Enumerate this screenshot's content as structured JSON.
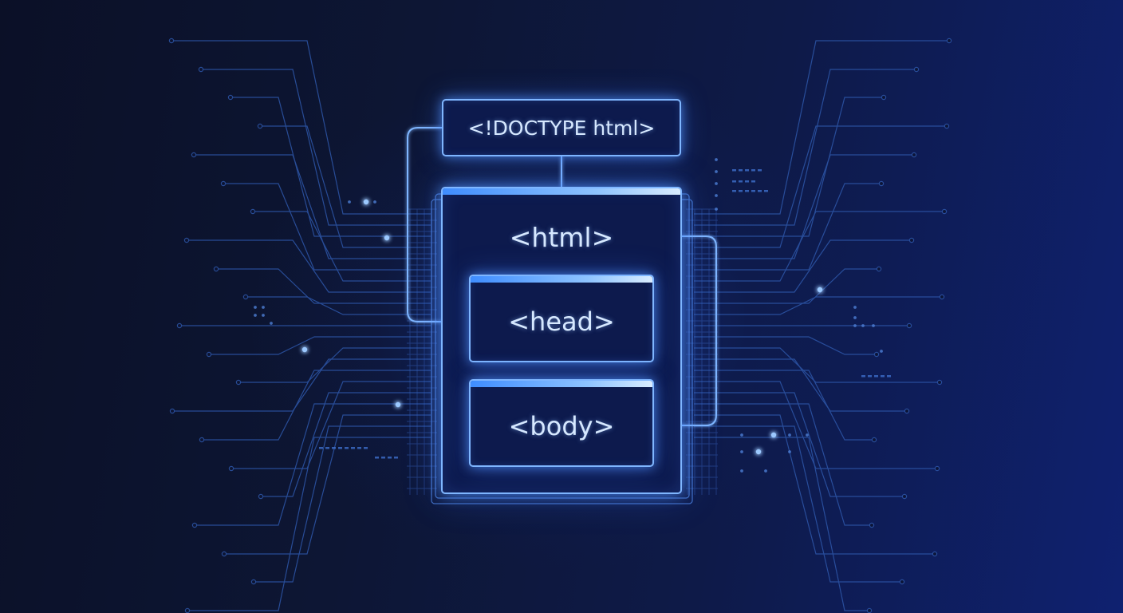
{
  "diagram": {
    "nodes": {
      "doctype": {
        "label": "<!DOCTYPE html>"
      },
      "html": {
        "label": "<html>"
      },
      "head": {
        "label": "<head>"
      },
      "body": {
        "label": "<body>"
      }
    }
  },
  "colors": {
    "background_dark": "#0b1027",
    "background_blue": "#0f2170",
    "node_fill": "#0d1a4d",
    "node_border": "#7fb6ff",
    "glow": "#5496ff",
    "circuit_line": "#2d56a8",
    "text": "#d6e8ff"
  }
}
